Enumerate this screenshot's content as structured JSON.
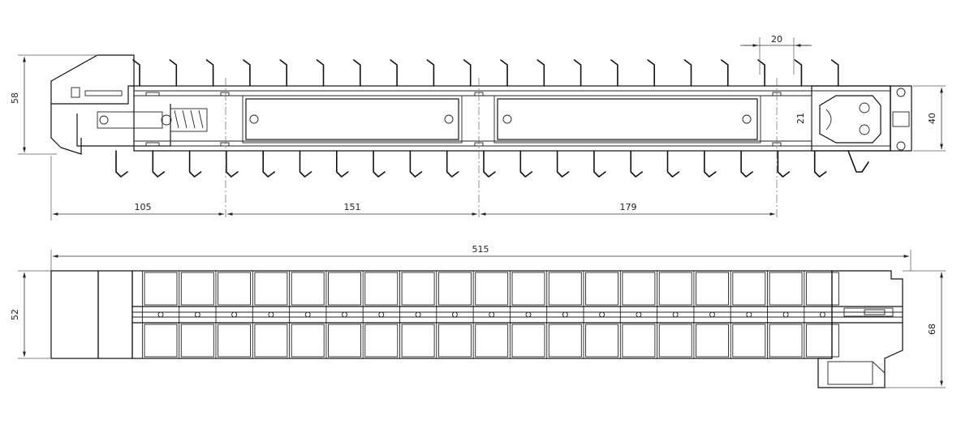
{
  "dimensions": {
    "top_view": {
      "height_left": "58",
      "height_right": "40",
      "hook_pitch": "20",
      "inner_offset": "21",
      "segment_1": "105",
      "segment_2": "151",
      "segment_3": "179"
    },
    "bottom_view": {
      "overall_length": "515",
      "height_left": "52",
      "height_right": "68"
    }
  },
  "hook_count": {
    "top_row": 20,
    "bottom_row": 20
  },
  "cell_count": 19,
  "colors": {
    "line": "#111111",
    "background": "#ffffff"
  }
}
